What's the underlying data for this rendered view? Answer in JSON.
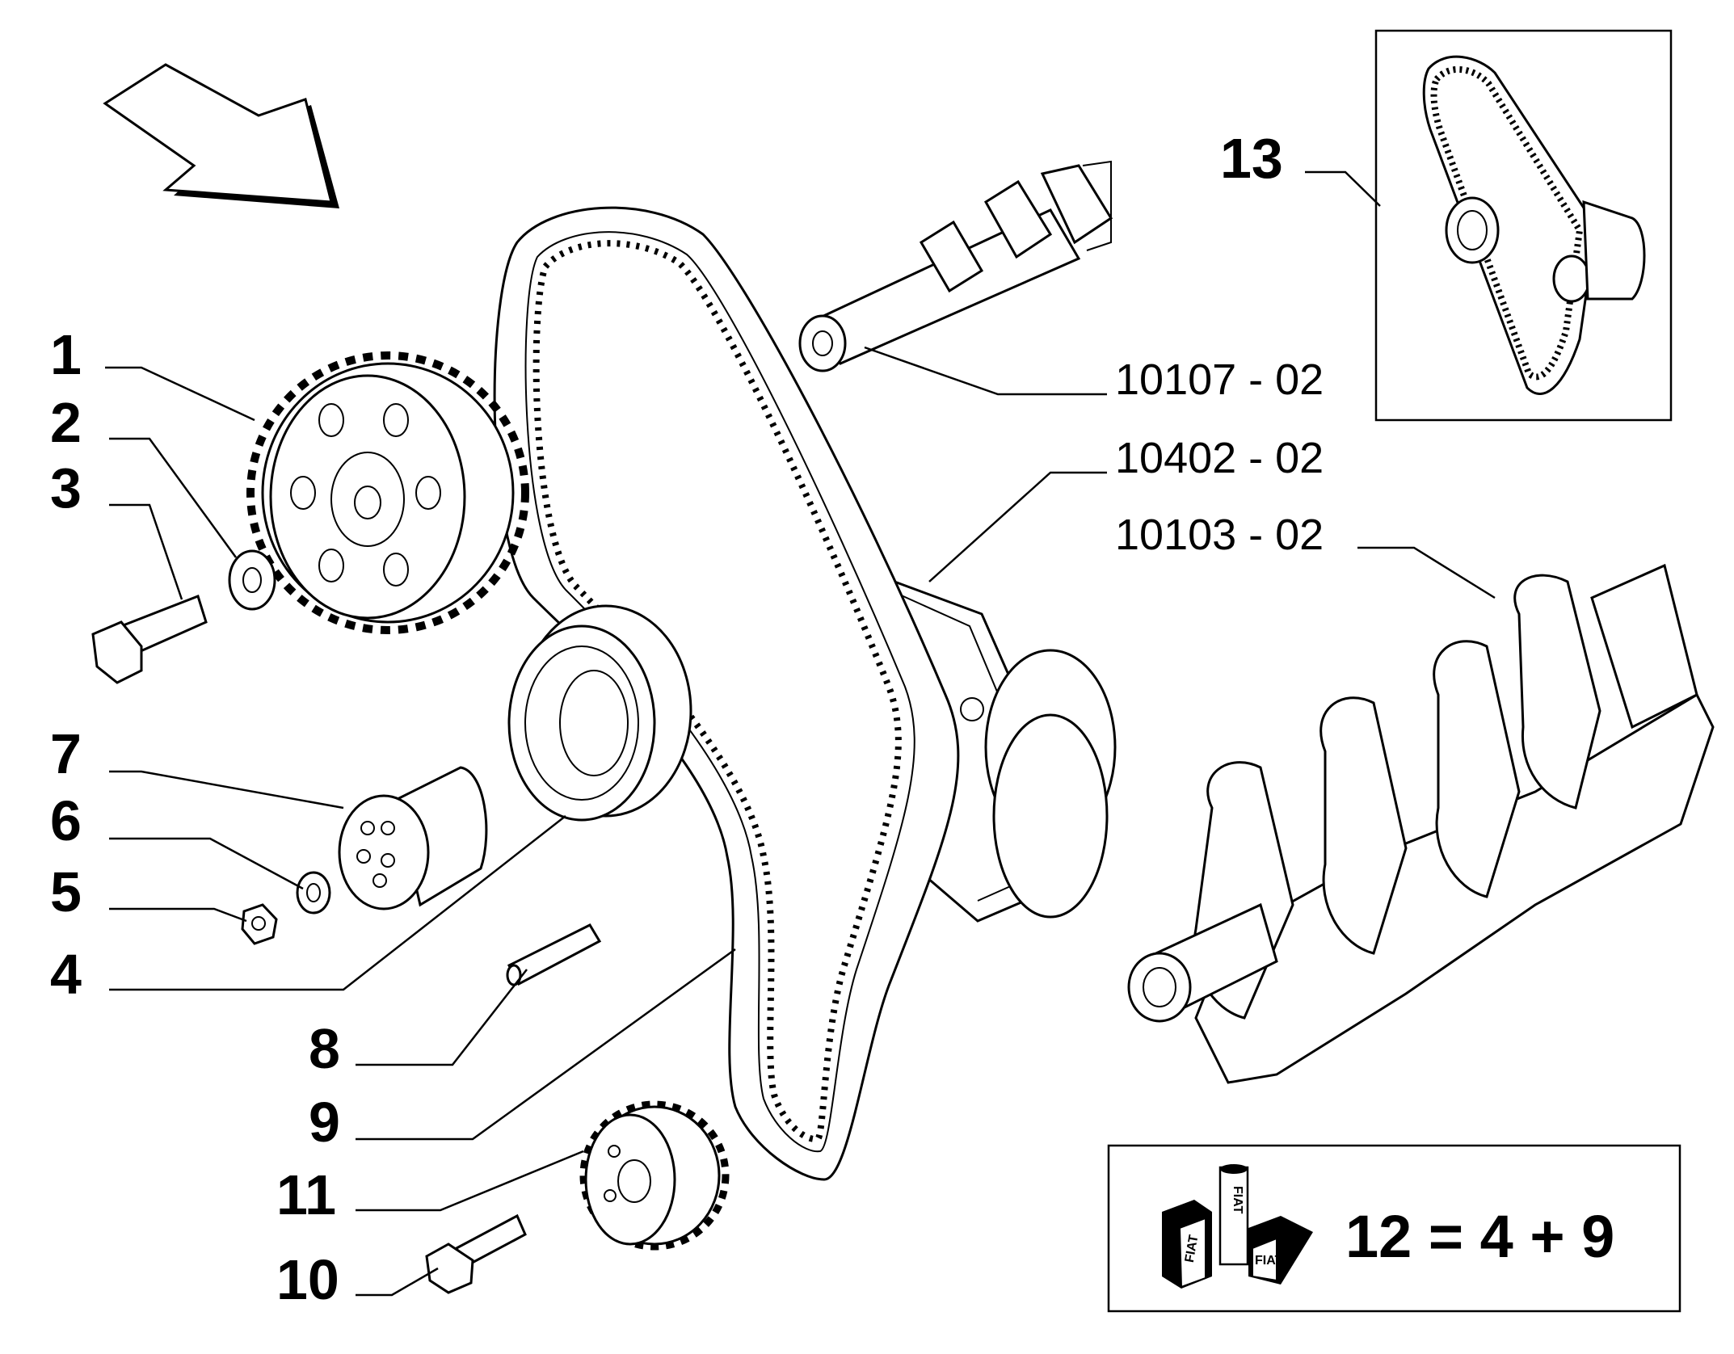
{
  "callouts": [
    {
      "id": "1",
      "text": "1"
    },
    {
      "id": "2",
      "text": "2"
    },
    {
      "id": "3",
      "text": "3"
    },
    {
      "id": "7",
      "text": "7"
    },
    {
      "id": "6",
      "text": "6"
    },
    {
      "id": "5",
      "text": "5"
    },
    {
      "id": "4",
      "text": "4"
    },
    {
      "id": "8",
      "text": "8"
    },
    {
      "id": "9",
      "text": "9"
    },
    {
      "id": "11",
      "text": "11"
    },
    {
      "id": "10",
      "text": "10"
    },
    {
      "id": "13",
      "text": "13"
    }
  ],
  "references": [
    {
      "id": "ref1",
      "text": "10107 - 02"
    },
    {
      "id": "ref2",
      "text": "10402 - 02"
    },
    {
      "id": "ref3",
      "text": "10103 - 02"
    }
  ],
  "kit": {
    "formula": "12 = 4 + 9",
    "brand_mark": "FIAT"
  }
}
